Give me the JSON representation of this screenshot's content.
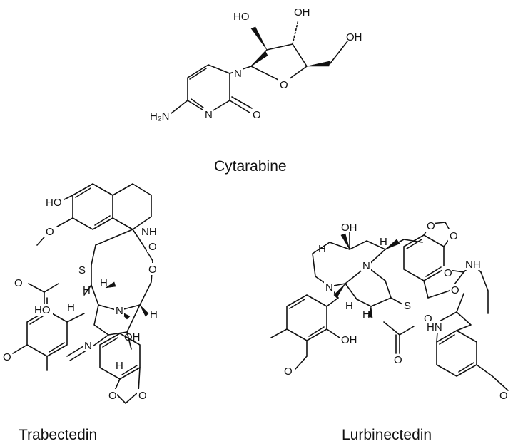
{
  "molecules": {
    "cytarabine": {
      "name": "Cytarabine",
      "labels": {
        "ho_top": "HO",
        "oh_top": "OH",
        "oh_ch2": "OH",
        "ring_o": "O",
        "n1": "N",
        "n3": "N",
        "c2_o": "O",
        "nh2": "H₂N"
      }
    },
    "trabectedin": {
      "name": "Trabectedin",
      "labels": {
        "ho_top": "HO",
        "ome_o": "O",
        "nh": "NH",
        "o_ester_c": "O",
        "o_ester": "O",
        "s": "S",
        "h1": "H",
        "h2": "H",
        "h3": "H",
        "h4": "H",
        "n1": "N",
        "n2": "N",
        "oh": "OH",
        "ho_side": "HO",
        "o_ome2": "O",
        "o_acetyl": "O",
        "o_d1": "O",
        "o_d2": "O",
        "h5": "H"
      }
    },
    "lurbinectedin": {
      "name": "Lurbinectedin",
      "labels": {
        "oh_top": "OH",
        "h1": "H",
        "h2": "H",
        "h3": "H",
        "h4": "H",
        "n1": "N",
        "n2": "N",
        "s": "S",
        "o_d1": "O",
        "o_d2": "O",
        "o_bridge": "O",
        "nh": "NH",
        "oh_aryl": "OH",
        "o_ome": "O",
        "o_acetyl": "O",
        "o_ester": "O",
        "hn_indole": "HN",
        "o_ome_indole": "O",
        "o_side": "O"
      }
    }
  }
}
